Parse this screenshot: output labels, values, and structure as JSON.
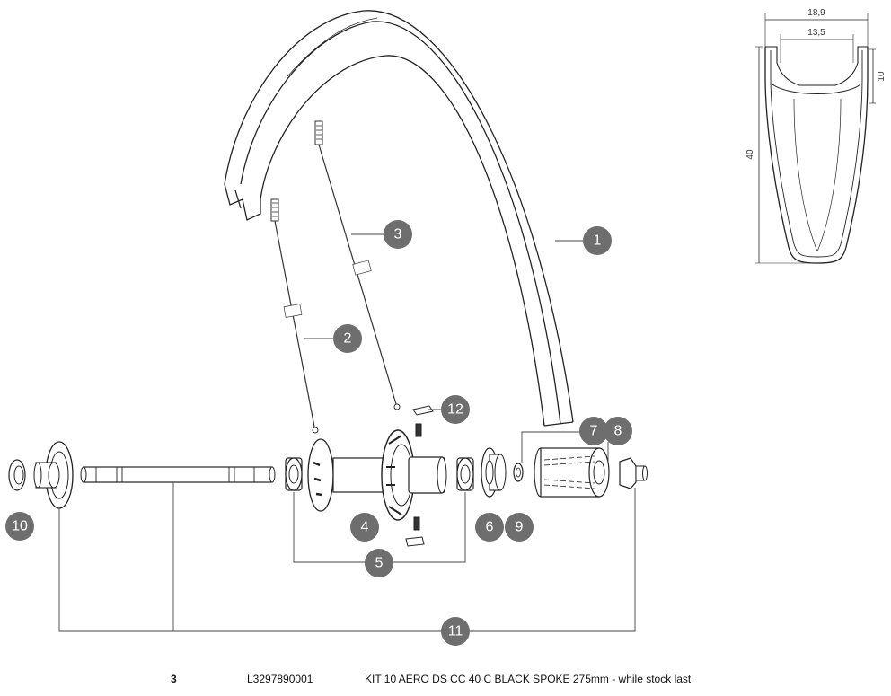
{
  "callouts": [
    "1",
    "2",
    "3",
    "4",
    "5",
    "6",
    "7",
    "8",
    "9",
    "10",
    "11",
    "12"
  ],
  "rim_profile": {
    "outer_width": "18,9",
    "inner_width": "13,5",
    "bead_height": "10",
    "total_height": "40"
  },
  "parts_list": [
    {
      "qty": "3",
      "reference": "L3297890001",
      "description": "KIT 10 AERO DS CC 40 C BLACK SPOKE 275mm - while stock last"
    }
  ]
}
